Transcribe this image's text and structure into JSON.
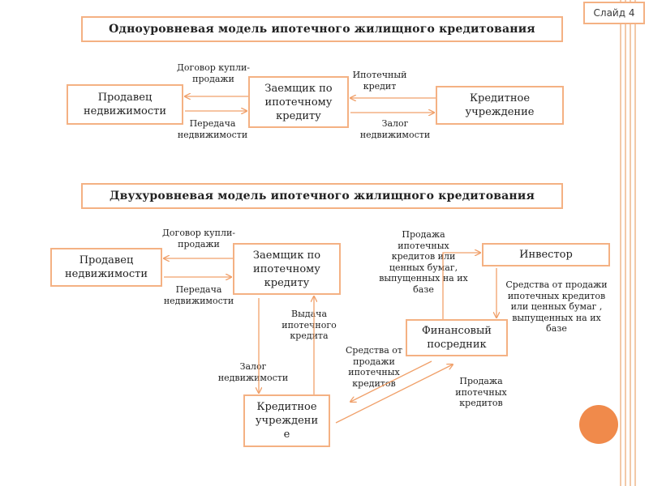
{
  "slide_label": "Слайд 4",
  "one_level": {
    "title": "Одноуровневая модель ипотечного жилищного кредитования",
    "seller": "Продавец недвижимости",
    "borrower": "Заемщик по ипотечному кредиту",
    "credit_institution": "Кредитное учреждение",
    "label_contract": "Договор купли-\nпродажи",
    "label_transfer": "Передача\nнедвижимости",
    "label_mortgage_credit": "Ипотечный\nкредит",
    "label_pledge": "Залог\nнедвижимости"
  },
  "two_level": {
    "title": "Двухуровневая модель ипотечного жилищного кредитования",
    "seller": "Продавец недвижимости",
    "borrower": "Заемщик по ипотечному кредиту",
    "investor": "Инвестор",
    "intermediary": "Финансовый посредник",
    "credit_institution": "Кредитное учреждени е",
    "label_contract": "Договор купли-\nпродажи",
    "label_transfer": "Передача\nнедвижимости",
    "label_sale_to_investor": "Продажа\nипотечных\nкредитов или\nценных бумаг,\nвыпущенных на их\nбазе",
    "label_funds_from_investor": "Средства от продажи\nипотечных кредитов\nили ценных бумаг ,\nвыпущенных на их\nбазе",
    "label_issuance": "Выдача\nипотечного\nкредита",
    "label_pledge": "Залог\nнедвижимости",
    "label_funds_to_credit": "Средства от\nпродажи\nипотечных\nкредитов",
    "label_sale_to_intermediary": "Продажа\nипотечных\nкредитов"
  }
}
